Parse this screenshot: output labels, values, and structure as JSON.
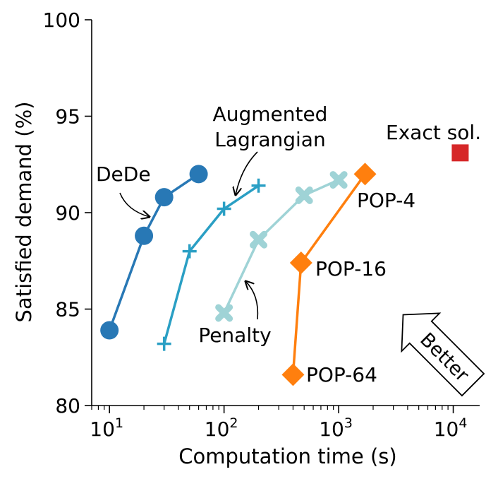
{
  "chart_data": {
    "type": "line",
    "xscale": "log",
    "xlabel": "Computation time (s)",
    "ylabel": "Satisfied demand (%)",
    "xlim": [
      7,
      17000
    ],
    "ylim": [
      80,
      100
    ],
    "yticks": [
      80,
      85,
      90,
      95,
      100
    ],
    "xticks": [
      {
        "value": 10,
        "base": "10",
        "exp": "1"
      },
      {
        "value": 100,
        "base": "10",
        "exp": "2"
      },
      {
        "value": 1000,
        "base": "10",
        "exp": "3"
      },
      {
        "value": 10000,
        "base": "10",
        "exp": "4"
      }
    ],
    "grid": false,
    "series": [
      {
        "name": "DeDe",
        "color": "#2878b5",
        "marker": "circle",
        "x": [
          10,
          20,
          30,
          60
        ],
        "y": [
          83.9,
          88.8,
          90.8,
          92.0
        ]
      },
      {
        "name": "Augmented Lagrangian",
        "color": "#2a9fc4",
        "marker": "plus",
        "x": [
          30,
          50,
          100,
          200
        ],
        "y": [
          83.2,
          88.0,
          90.2,
          91.4
        ]
      },
      {
        "name": "Penalty",
        "color": "#9fd3d6",
        "marker": "x",
        "x": [
          100,
          200,
          500,
          1000
        ],
        "y": [
          84.8,
          88.6,
          90.9,
          91.7
        ]
      },
      {
        "name": "POP",
        "color": "#ff7f0e",
        "marker": "diamond",
        "x": [
          400,
          470,
          1700
        ],
        "y": [
          81.6,
          87.4,
          92.0
        ]
      }
    ],
    "points": [
      {
        "name": "Exact sol.",
        "color": "#d62728",
        "marker": "square",
        "x": 11500,
        "y": 93.1
      }
    ],
    "annotations": {
      "dede": "DeDe",
      "augmented_line1": "Augmented",
      "augmented_line2": "Lagrangian",
      "penalty": "Penalty",
      "pop4": "POP-4",
      "pop16": "POP-16",
      "pop64": "POP-64",
      "exact": "Exact sol.",
      "better": "Better"
    }
  }
}
